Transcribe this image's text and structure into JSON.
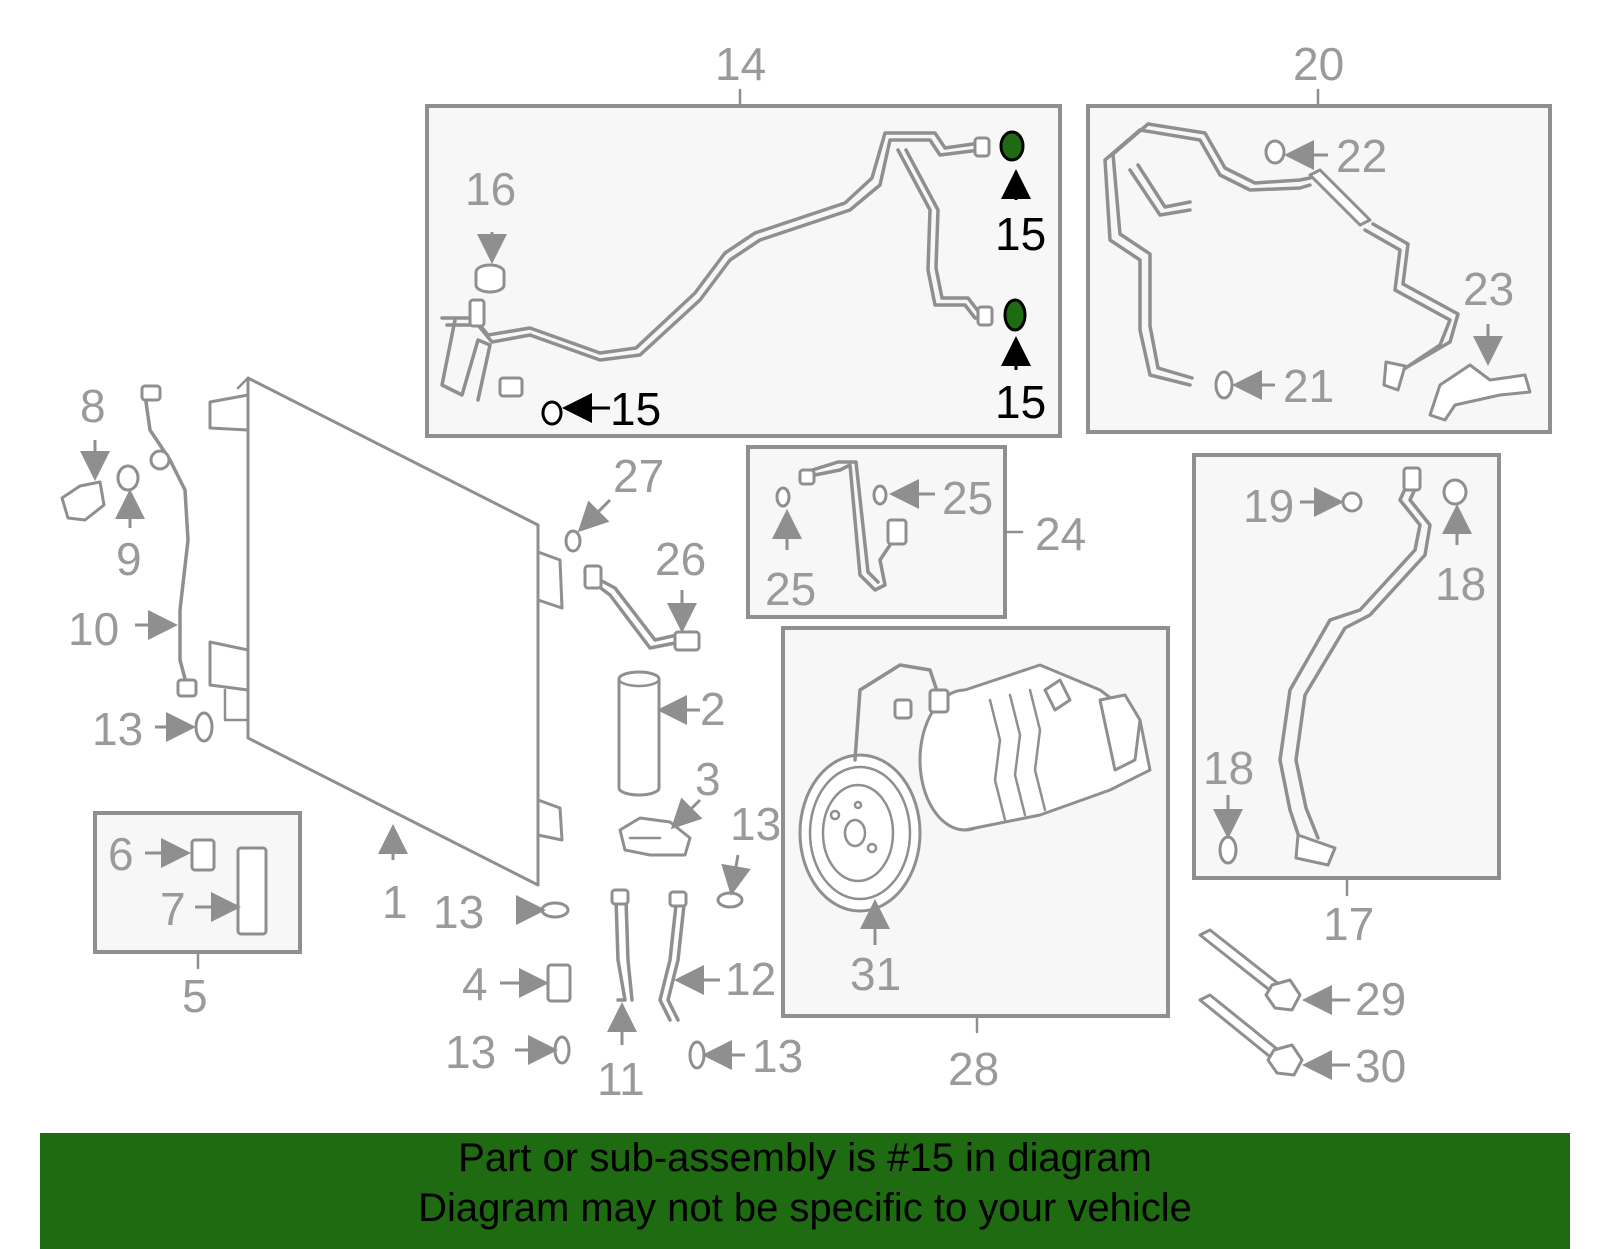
{
  "callouts": {
    "c1": "1",
    "c2": "2",
    "c3": "3",
    "c4": "4",
    "c5": "5",
    "c6": "6",
    "c7": "7",
    "c8": "8",
    "c9": "9",
    "c10": "10",
    "c11": "11",
    "c12": "12",
    "c13": "13",
    "c14": "14",
    "c15": "15",
    "c16": "16",
    "c17": "17",
    "c18": "18",
    "c19": "19",
    "c20": "20",
    "c21": "21",
    "c22": "22",
    "c23": "23",
    "c24": "24",
    "c25": "25",
    "c26": "26",
    "c27": "27",
    "c28": "28",
    "c29": "29",
    "c30": "30",
    "c31": "31"
  },
  "highlight_part": "15",
  "colors": {
    "highlight": "#1e6b12",
    "line": "#8f8f8f",
    "label": "#9a9a9a"
  },
  "banner": {
    "line1": "Part or sub-assembly is #15 in diagram",
    "line2": "Diagram may not be specific to your vehicle"
  }
}
